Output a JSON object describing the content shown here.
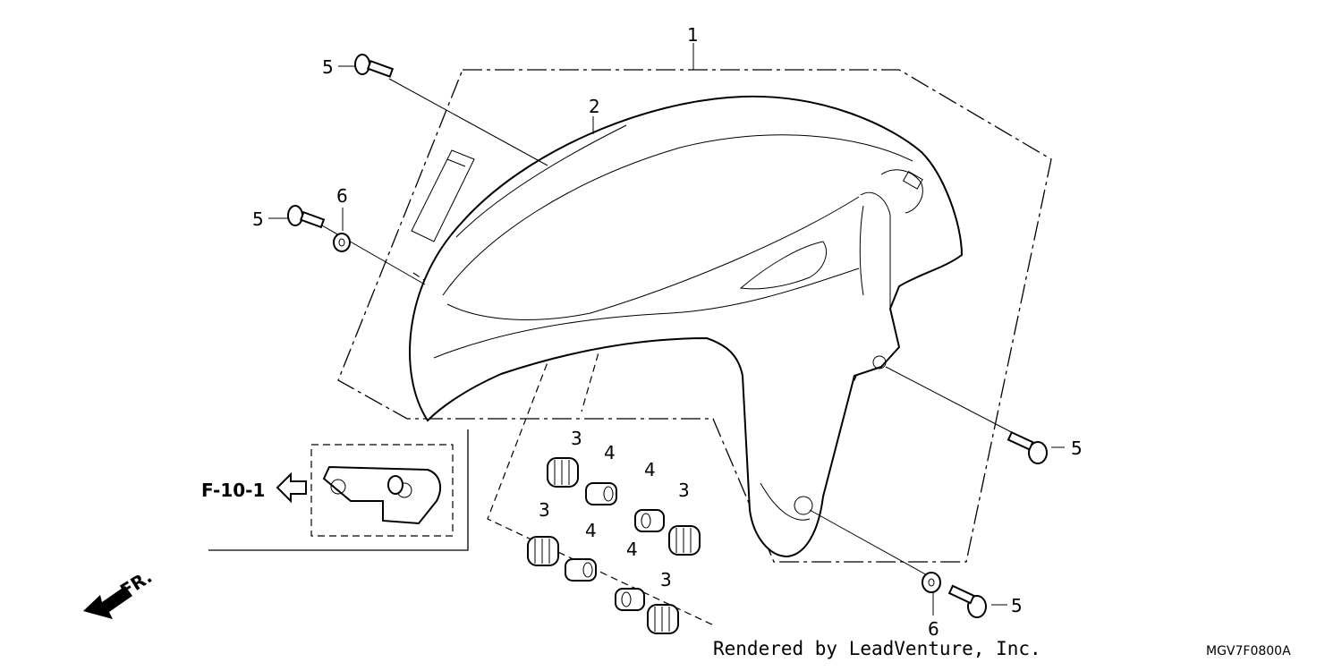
{
  "callouts": {
    "fender_assy": "1",
    "fender": "2",
    "cushion": "3",
    "collar": "4",
    "bolt": "5",
    "washer": "6"
  },
  "reference": {
    "label": "F-10-1"
  },
  "direction": {
    "label": "FR."
  },
  "footer": {
    "credit": "Rendered by LeadVenture, Inc.",
    "diagram_code": "MGV7F0800A"
  },
  "colors": {
    "line": "#000000",
    "background": "#ffffff"
  },
  "icons": [
    "front-direction-arrow-icon",
    "reference-arrow-icon"
  ]
}
